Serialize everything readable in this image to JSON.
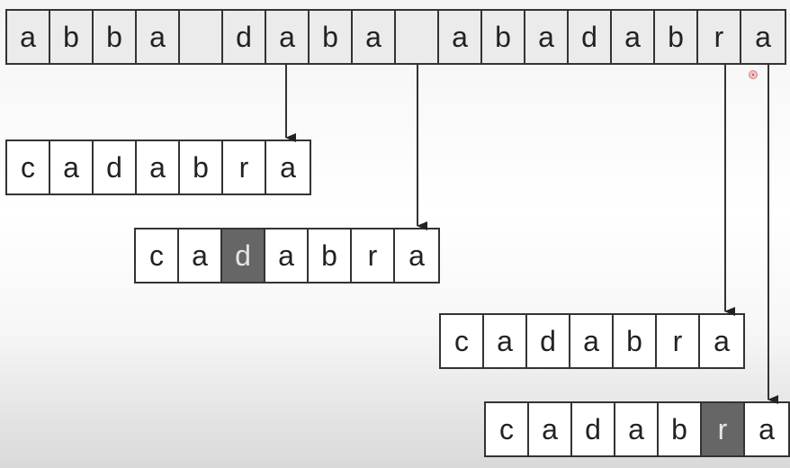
{
  "text": [
    "a",
    "b",
    "b",
    "a",
    "",
    "d",
    "a",
    "b",
    "a",
    "",
    "a",
    "b",
    "a",
    "d",
    "a",
    "b",
    "r",
    "a"
  ],
  "pattern_rows": [
    {
      "chars": [
        "c",
        "a",
        "d",
        "a",
        "b",
        "r",
        "a"
      ],
      "mismatch": -1
    },
    {
      "chars": [
        "c",
        "a",
        "d",
        "a",
        "b",
        "r",
        "a"
      ],
      "mismatch": 2
    },
    {
      "chars": [
        "c",
        "a",
        "d",
        "a",
        "b",
        "r",
        "a"
      ],
      "mismatch": -1
    },
    {
      "chars": [
        "c",
        "a",
        "d",
        "a",
        "b",
        "r",
        "a"
      ],
      "mismatch": 5
    }
  ],
  "colors": {
    "mismatch_fill": "#666666",
    "text_strip_fill": "#ebebeb",
    "pattern_fill": "#ffffff"
  }
}
